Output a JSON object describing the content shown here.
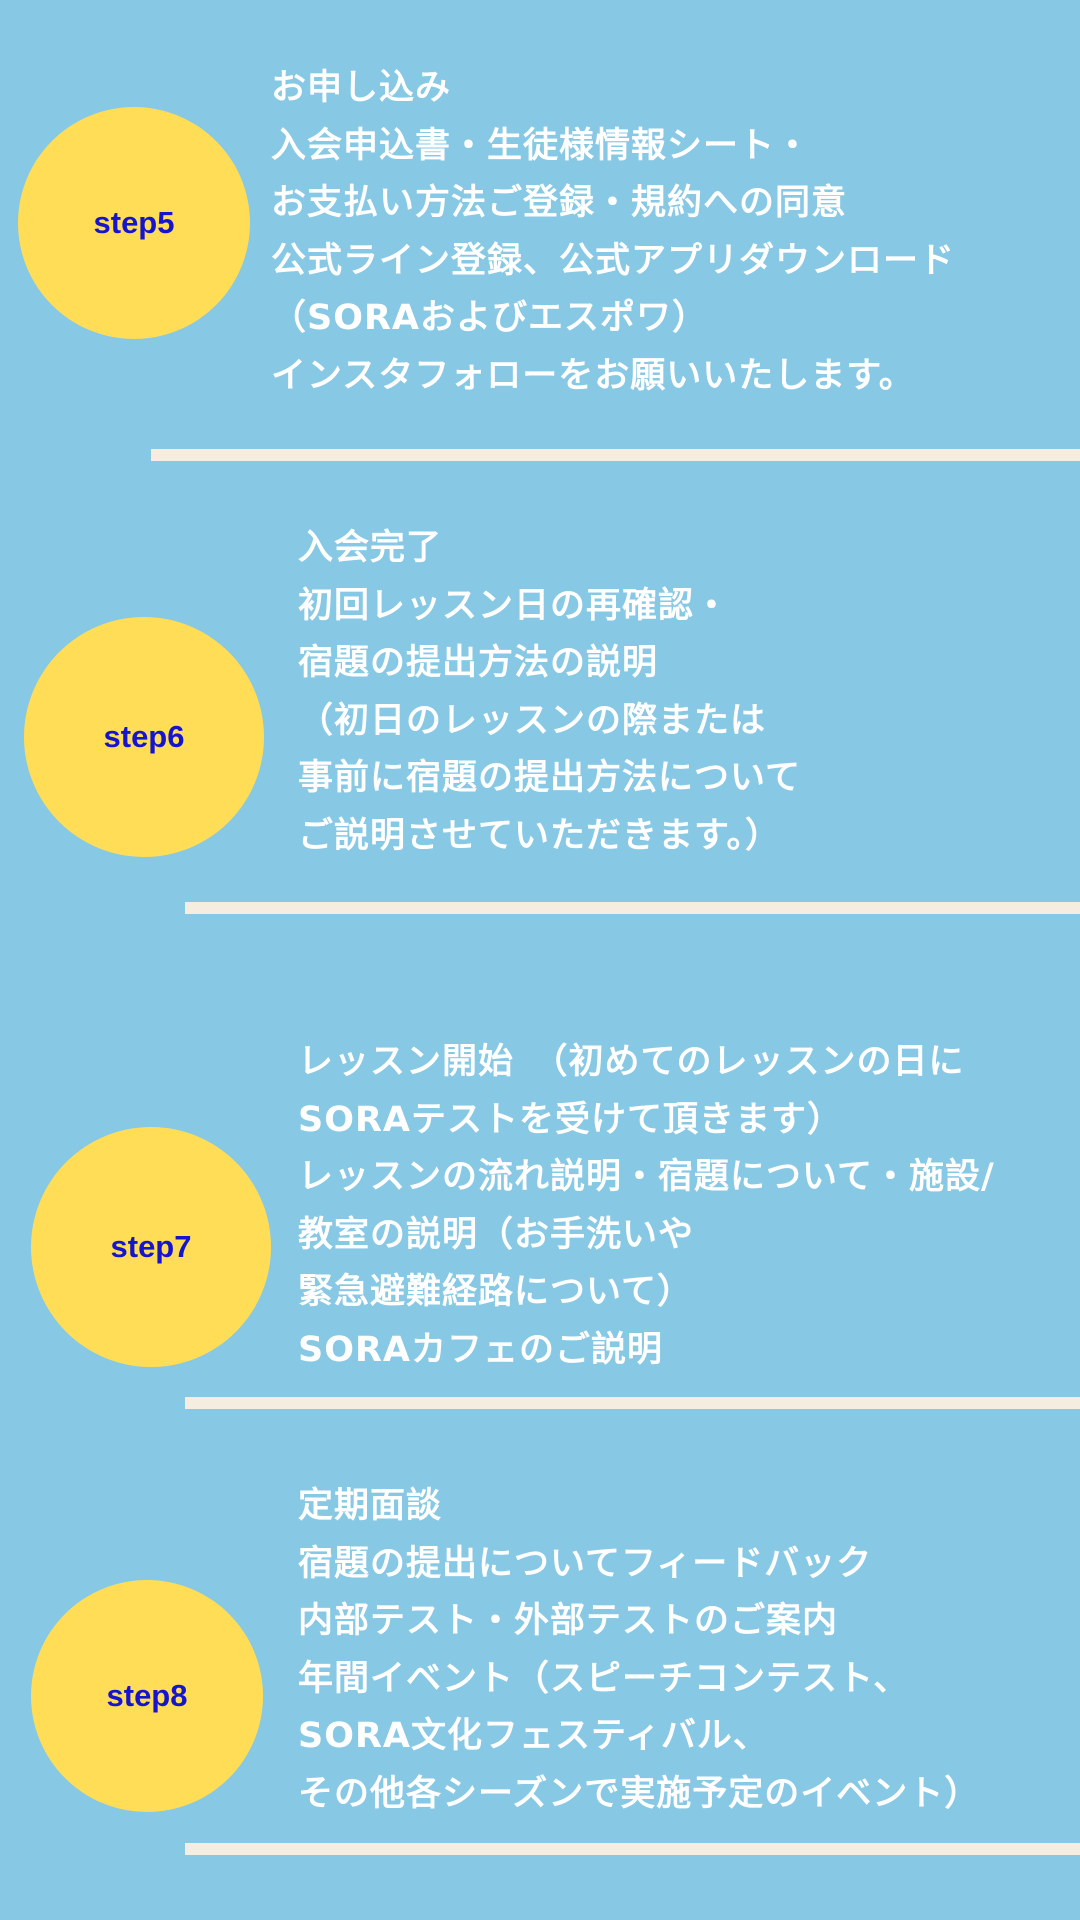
{
  "colors": {
    "background": "#87c8e4",
    "circle": "#ffdd57",
    "step_label": "#1515d0",
    "divider": "#f5ede0",
    "text": "#ffffff"
  },
  "steps": [
    {
      "label": "step5",
      "lines": [
        "お申し込み",
        "入会申込書・生徒様情報シート・",
        "お支払い方法ご登録・規約への同意",
        "公式ライン登録、公式アプリダウンロード",
        "（SORAおよびエスポワ）",
        "インスタフォローをお願いいたします。"
      ]
    },
    {
      "label": "step6",
      "lines": [
        "入会完了",
        "初回レッスン日の再確認・",
        "宿題の提出方法の説明",
        "（初日のレッスンの際または",
        "事前に宿題の提出方法について",
        "ご説明させていただきます。）"
      ]
    },
    {
      "label": "step7",
      "lines": [
        "レッスン開始　（初めてのレッスンの日に",
        "SORAテストを受けて頂きます）",
        "レッスンの流れ説明・宿題について・施設/",
        "教室の説明（お手洗いや",
        "緊急避難経路について）",
        "SORAカフェのご説明"
      ]
    },
    {
      "label": "step8",
      "lines": [
        "定期面談",
        "宿題の提出についてフィードバック",
        "内部テスト・外部テストのご案内",
        "年間イベント（スピーチコンテスト、",
        "SORA文化フェスティバル、",
        "その他各シーズンで実施予定のイベント）"
      ]
    }
  ]
}
